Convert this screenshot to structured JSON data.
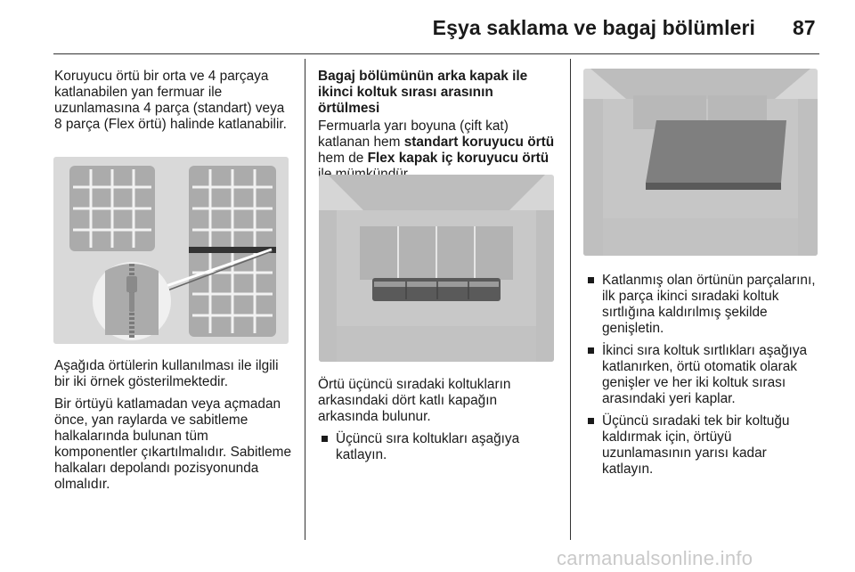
{
  "header": {
    "title": "Eşya saklama ve bagaj bölümleri",
    "page_number": "87"
  },
  "col1": {
    "intro": "Koruyucu örtü bir orta ve 4 parçaya katlanabilen yan fermuar ile uzunlamasına 4 parça (standart) veya 8 parça (Flex örtü) halinde katlanabilir.",
    "p2": "Aşağıda örtülerin kullanılması ile ilgili bir iki örnek gösterilmektedir.",
    "p3": "Bir örtüyü katlamadan veya açmadan önce, yan raylarda ve sabitleme halkalarında bulunan tüm komponentler çıkartılmalıdır. Sabitleme halkaları depolandı pozisyonunda olmalıdır."
  },
  "col2": {
    "heading": "Bagaj bölümünün arka kapak ile ikinci koltuk sırası arasının örtülmesi",
    "p1_a": "Fermuarla yarı boyuna (çift kat) katlanan hem ",
    "p1_b": "standart koruyucu örtü",
    "p1_c": " hem de ",
    "p1_d": "Flex kapak iç koruyucu örtü",
    "p1_e": " ile mümkündür.",
    "p2": "Örtü üçüncü sıradaki koltukların arkasındaki dört katlı kapağın arkasında bulunur.",
    "bullet1": "Üçüncü sıra koltukları aşağıya katlayın."
  },
  "col3": {
    "bullets": [
      "Katlanmış olan örtünün parçalarını, ilk parça ikinci sıradaki koltuk sırtlığına kaldırılmış şekilde genişletin.",
      "İkinci sıra koltuk sırtlıkları aşağıya katlanırken, örtü otomatik olarak genişler ve her iki koltuk sırası arasındaki yeri kaplar.",
      "Üçüncü sıradaki tek bir koltuğu kaldırmak için, örtüyü uzunlamasının yarısı kadar katlayın."
    ]
  },
  "watermark": "carmanualsonline.info",
  "colors": {
    "figure_bg": "#d9d9d9",
    "panel_fill": "#ababab",
    "grid_line": "#f2f2f2",
    "zipper": "#7a7a7a",
    "text": "#1a1a1a"
  }
}
